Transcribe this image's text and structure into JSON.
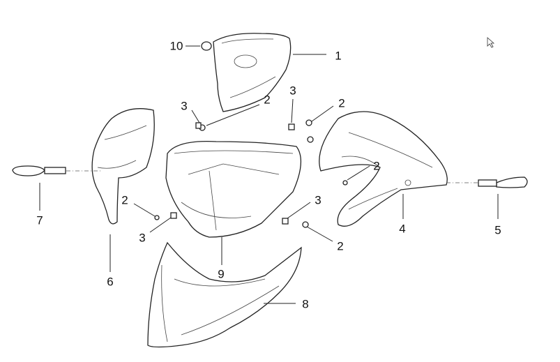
{
  "diagram": {
    "callouts": [
      "10",
      "1",
      "3",
      "2",
      "3",
      "2",
      "2",
      "7",
      "6",
      "2",
      "3",
      "3",
      "2",
      "9",
      "4",
      "5",
      "8"
    ]
  }
}
